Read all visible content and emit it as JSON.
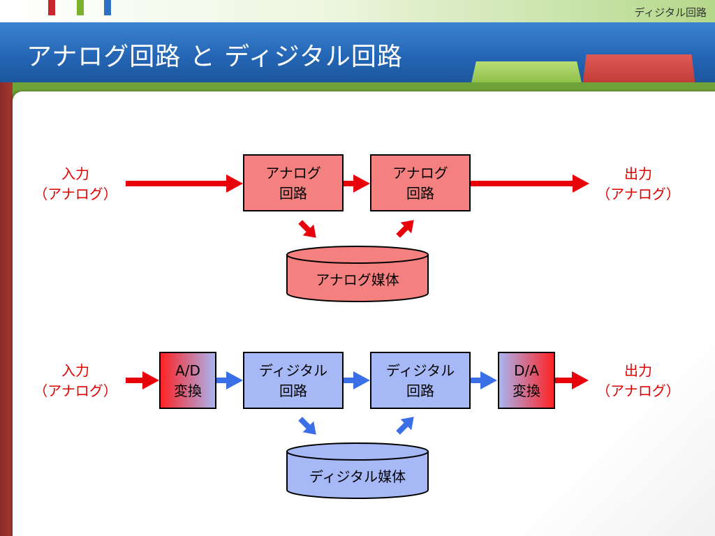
{
  "header": {
    "section_label": "ディジタル回路"
  },
  "title": "アナログ回路 と ディジタル回路",
  "colors": {
    "analog_box": "#f58080",
    "digital_box": "#a6b8f6",
    "red_arrow": "#e8000b",
    "blue_arrow": "#3a6fe8",
    "label_red": "#e00000"
  },
  "analog": {
    "input": {
      "line1": "入力",
      "line2": "（アナログ）"
    },
    "output": {
      "line1": "出力",
      "line2": "（アナログ）"
    },
    "circuit1": {
      "line1": "アナログ",
      "line2": "回路"
    },
    "circuit2": {
      "line1": "アナログ",
      "line2": "回路"
    },
    "media": "アナログ媒体"
  },
  "digital": {
    "input": {
      "line1": "入力",
      "line2": "（アナログ）"
    },
    "output": {
      "line1": "出力",
      "line2": "（アナログ）"
    },
    "ad": {
      "line1": "A/D",
      "line2": "変換"
    },
    "circuit1": {
      "line1": "ディジタル",
      "line2": "回路"
    },
    "circuit2": {
      "line1": "ディジタル",
      "line2": "回路"
    },
    "da": {
      "line1": "D/A",
      "line2": "変換"
    },
    "media": "ディジタル媒体"
  }
}
